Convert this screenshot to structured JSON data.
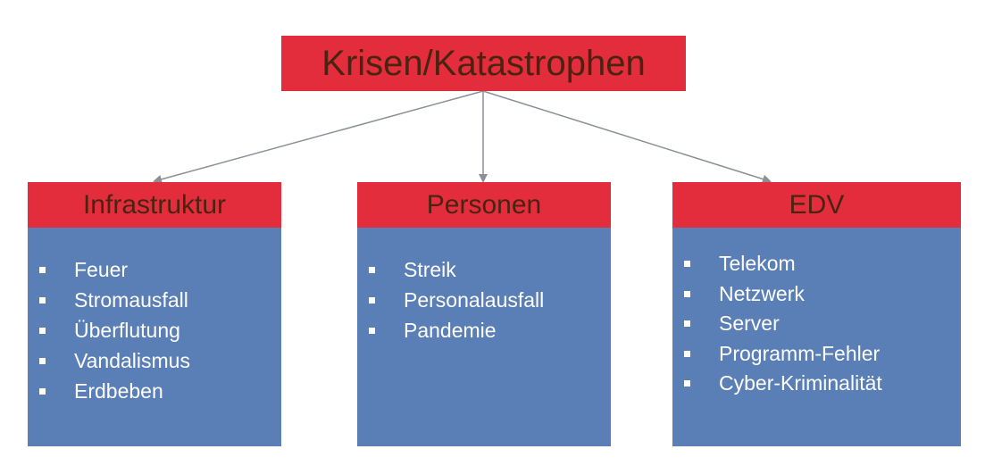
{
  "root": {
    "label": "Krisen/Katastrophen"
  },
  "colors": {
    "header_fill": "#e32c3c",
    "header_text": "#4a2411",
    "body_fill": "#5a7fb6",
    "body_text": "#ffffff",
    "connector": "#8a8f98"
  },
  "categories": [
    {
      "title": "Infrastruktur",
      "items": [
        "Feuer",
        "Stromausfall",
        "Überflutung",
        "Vandalismus",
        "Erdbeben"
      ]
    },
    {
      "title": "Personen",
      "items": [
        "Streik",
        "Personalausfall",
        "Pandemie"
      ]
    },
    {
      "title": "EDV",
      "items": [
        "Telekom",
        "Netzwerk",
        "Server",
        "Programm-Fehler",
        "Cyber-Kriminalität"
      ]
    }
  ]
}
